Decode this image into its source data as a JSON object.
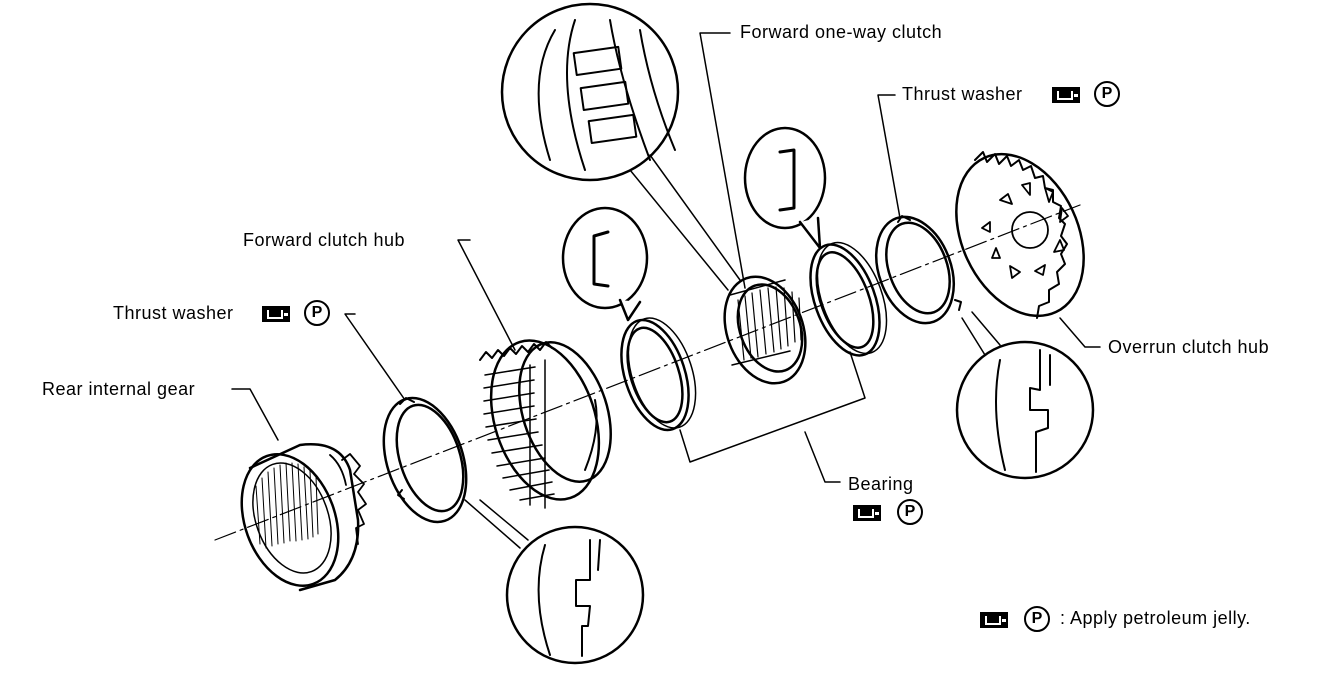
{
  "labels": {
    "forward_one_way_clutch": "Forward one-way clutch",
    "thrust_washer_top": "Thrust washer",
    "forward_clutch_hub": "Forward clutch hub",
    "thrust_washer_left": "Thrust washer",
    "rear_internal_gear": "Rear internal gear",
    "overrun_clutch_hub": "Overrun clutch hub",
    "bearing": "Bearing",
    "legend_note": ": Apply petroleum jelly."
  },
  "symbols": {
    "p_letter": "P",
    "jar_icon": "petroleum-jelly-icon"
  },
  "colors": {
    "ink": "#000000",
    "paper": "#ffffff"
  }
}
